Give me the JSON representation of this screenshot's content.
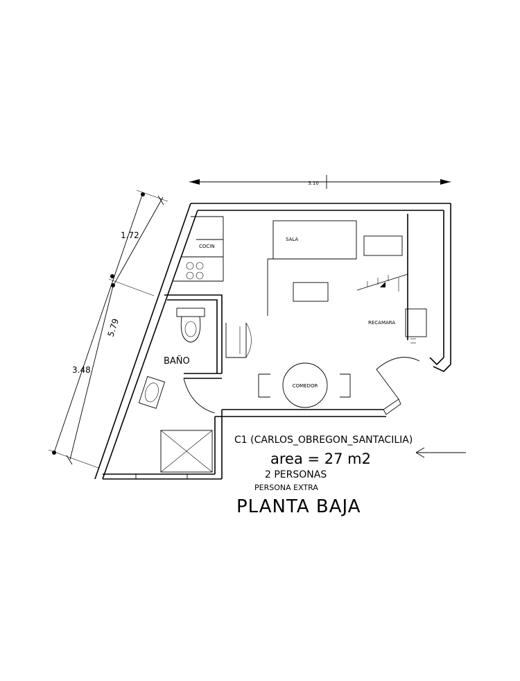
{
  "dimensions": {
    "top": "3.10",
    "left_upper": "1.72",
    "left_total": "5.79",
    "left_lower": "3.48"
  },
  "rooms": {
    "bano": "BAÑO",
    "sala": "SALA",
    "cocina": "COCIN",
    "recamara": "RECAMARA",
    "comedor": "COMEDOR"
  },
  "caption": {
    "code": "C1 (CARLOS_OBREGON_SANTACILIA)",
    "area": "area = 27 m2",
    "persons": "2 PERSONAS",
    "extra": "PERSONA EXTRA",
    "title": "PLANTA BAJA"
  }
}
